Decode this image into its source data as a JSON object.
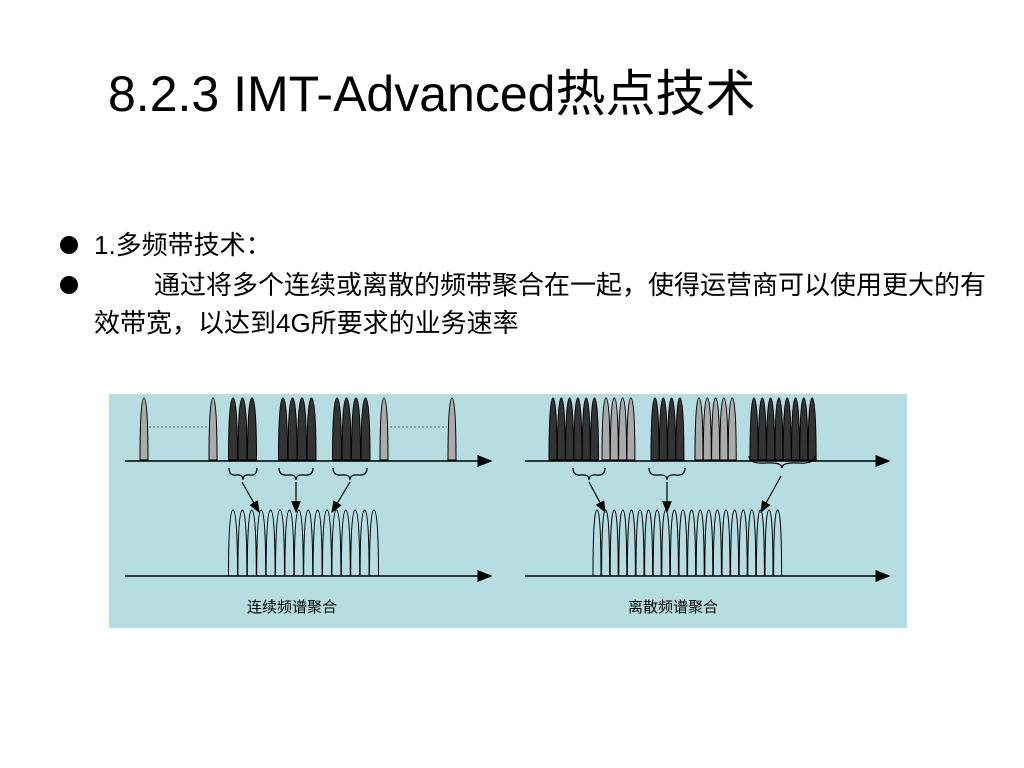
{
  "title": "8.2.3 IMT-Advanced热点技术",
  "bullets": [
    {
      "text": "1.多频带技术："
    },
    {
      "text": "通过将多个连续或离散的频带聚合在一起，使得运营商可以使用更大的有效带宽，以达到4G所要求的业务速率"
    }
  ],
  "figure": {
    "caption_left": "连续频谱聚合",
    "caption_right": "离散频谱聚合",
    "colors": {
      "background": "#b6dde2",
      "dark_carrier": "#333333",
      "light_carrier": "#aaaaaa"
    }
  }
}
